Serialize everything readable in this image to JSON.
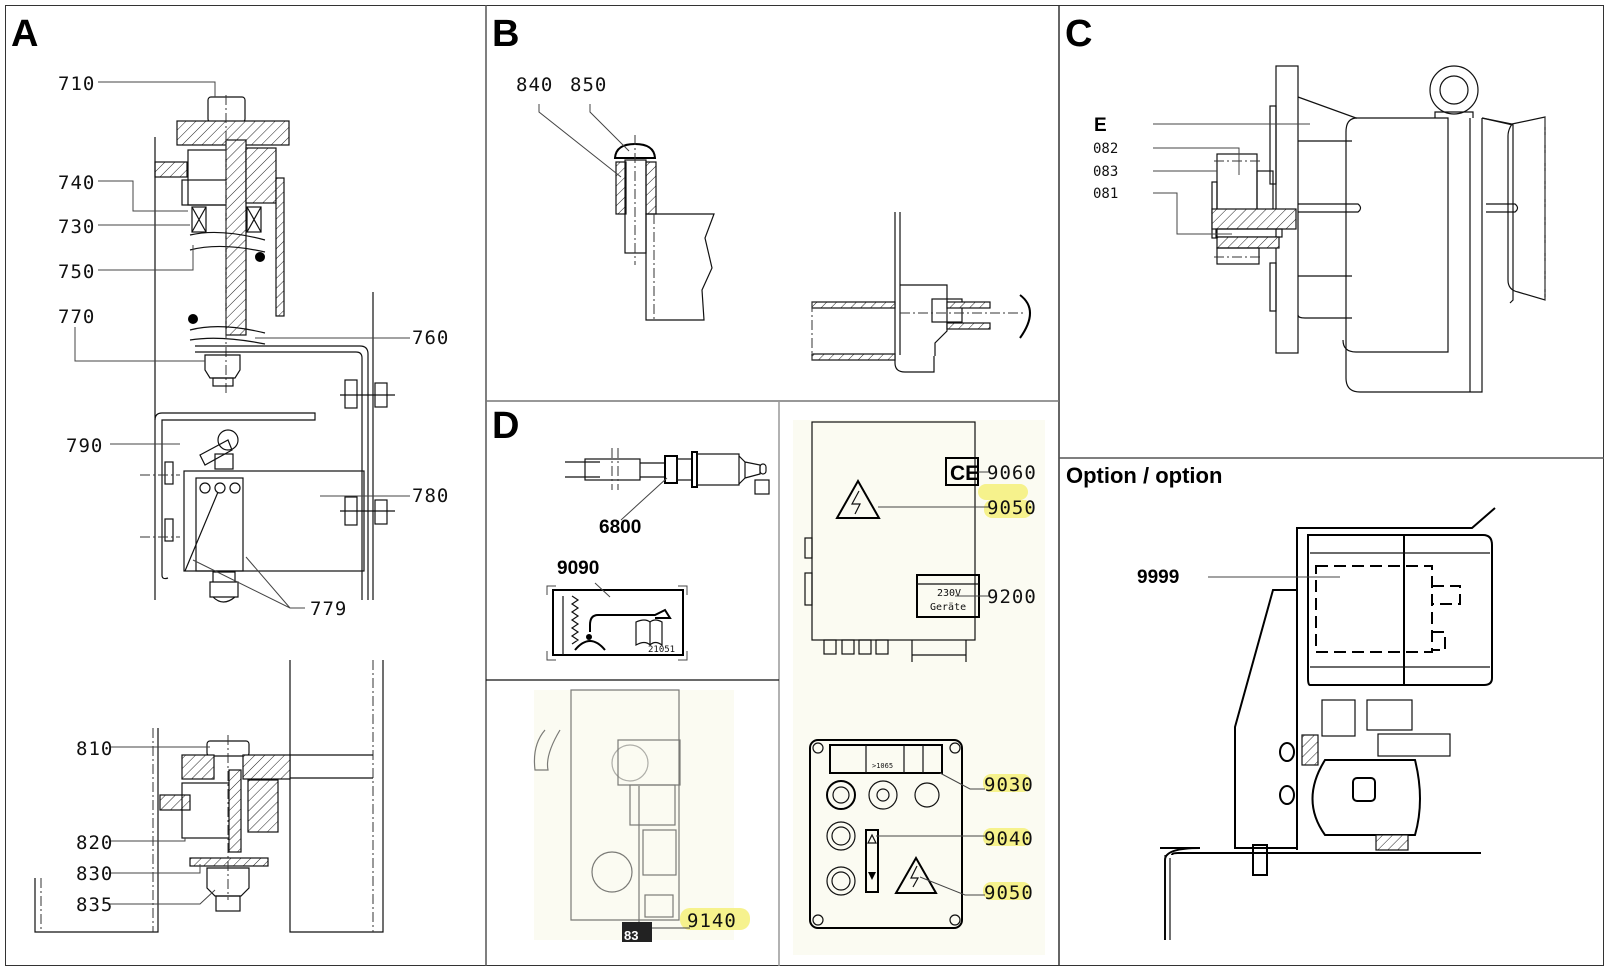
{
  "panels": {
    "A": {
      "letter": "A",
      "callouts": [
        "710",
        "740",
        "730",
        "750",
        "770",
        "760",
        "790",
        "780",
        "779",
        "810",
        "820",
        "830",
        "835"
      ]
    },
    "B": {
      "letter": "B",
      "callouts": [
        "840",
        "850"
      ]
    },
    "C": {
      "letter": "C",
      "callouts": [
        "E",
        "082",
        "083",
        "081"
      ]
    },
    "D": {
      "letter": "D",
      "callouts": [
        "6800",
        "9090",
        "9140",
        "9060",
        "9050",
        "9200",
        "9030",
        "9040",
        "9050"
      ],
      "sign_9090_code": "21051",
      "plate_9200_lines": [
        "230V",
        "Geräte"
      ],
      "ce_mark": "CE",
      "pendant_sign_code": ">1065",
      "sign_9140_value": "83"
    },
    "option": {
      "heading": "Option / option",
      "callouts": [
        "9999"
      ]
    }
  },
  "colors": {
    "highlight": "#f4f07a",
    "line": "#111111",
    "frame": "#333333"
  }
}
